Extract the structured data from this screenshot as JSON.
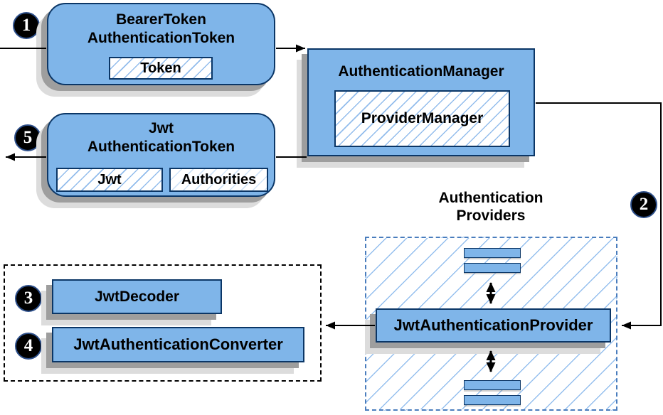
{
  "diagram_title": "JWT authentication flow diagram",
  "colors": {
    "node_fill": "#7fb5e9",
    "node_border": "#0b3666",
    "hatch_line": "#8cb9eb",
    "group_dashed_blue": "#4a7dbd",
    "group_dashed_black": "#000000",
    "shadow_dark": "#9e9e9e",
    "shadow_light": "#dcdcdc",
    "arrow": "#000000",
    "badge_background": "#000000",
    "badge_text": "#ffffff"
  },
  "nodes": {
    "bearer_token": {
      "title_line1": "BearerToken",
      "title_line2": "AuthenticationToken",
      "field_token": "Token"
    },
    "authentication_manager": {
      "title": "AuthenticationManager",
      "field_provider_manager": "ProviderManager"
    },
    "jwt_authentication_token": {
      "title_line1": "Jwt",
      "title_line2": "AuthenticationToken",
      "field_jwt": "Jwt",
      "field_authorities": "Authorities"
    },
    "authentication_providers_group": {
      "label_line1": "Authentication",
      "label_line2": "Providers"
    },
    "jwt_authentication_provider": {
      "title": "JwtAuthenticationProvider"
    },
    "jwt_decoder": {
      "title": "JwtDecoder"
    },
    "jwt_authentication_converter": {
      "title": "JwtAuthenticationConverter"
    }
  },
  "badges": {
    "step1": "1",
    "step2": "2",
    "step3": "3",
    "step4": "4",
    "step5": "5"
  }
}
